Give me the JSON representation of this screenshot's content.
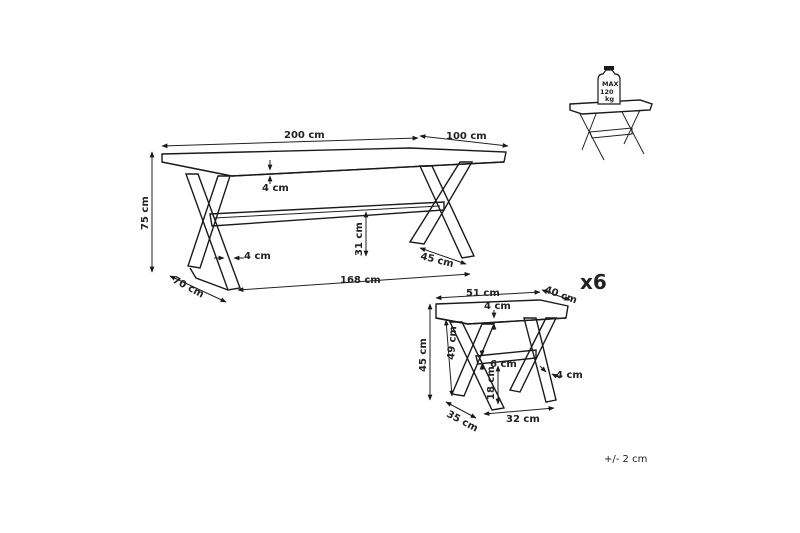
{
  "table": {
    "length": "200 cm",
    "width": "100 cm",
    "height": "75 cm",
    "top_thickness": "4 cm",
    "leg_thickness": "4 cm",
    "stretcher_height": "31 cm",
    "cross_angle": "45 cm",
    "base_length": "168 cm",
    "base_width": "70 cm"
  },
  "bench": {
    "quantity": "x6",
    "length": "51 cm",
    "width": "40 cm",
    "top_thickness": "4 cm",
    "height": "45 cm",
    "leg_height": "49 cm",
    "stretcher_thickness": "6 cm",
    "stretcher_height": "18 cm",
    "leg_thickness": "4 cm",
    "base_width": "35 cm",
    "base_length": "32 cm"
  },
  "load": {
    "label_max": "MAX",
    "value": "120",
    "unit": "kg"
  },
  "tolerance": "+/- 2 cm"
}
